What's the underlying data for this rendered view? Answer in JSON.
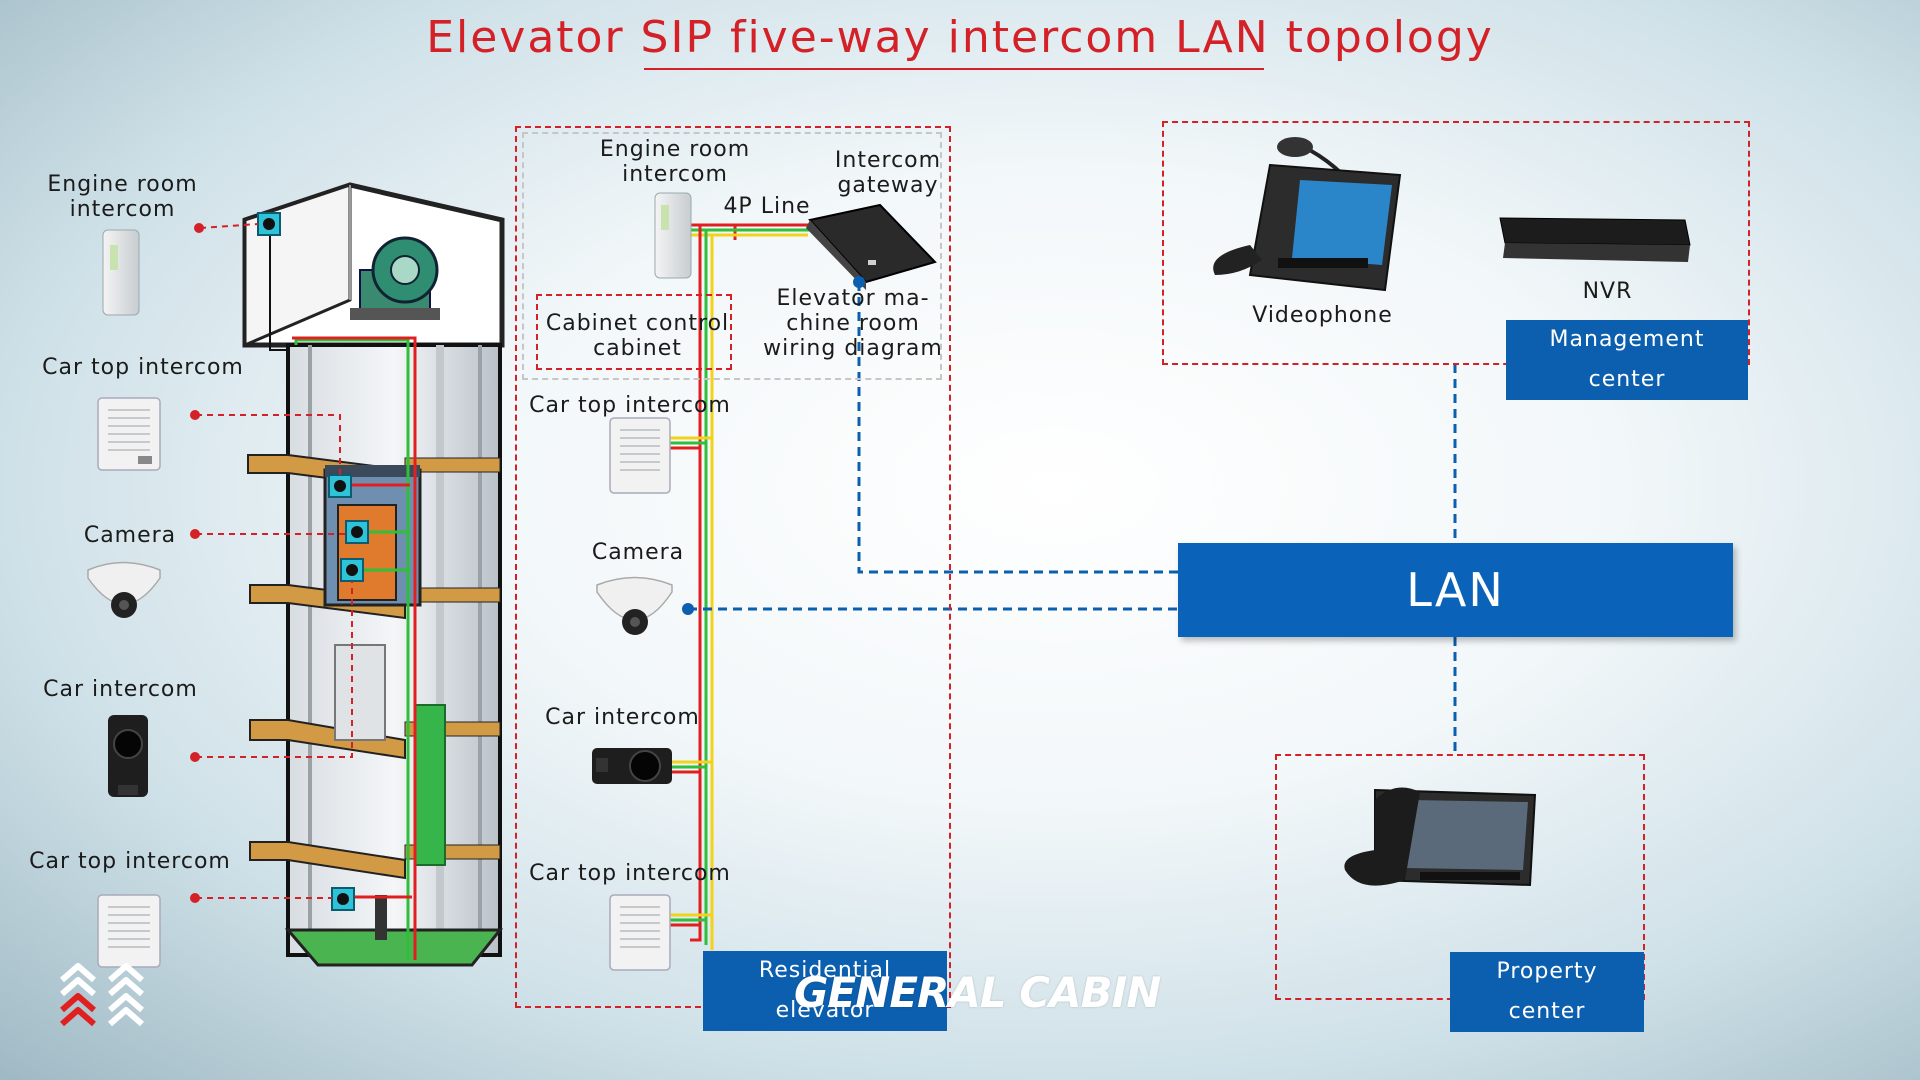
{
  "title": "Elevator SIP five-way intercom LAN topology",
  "left_column": {
    "engine_room_intercom": "Engine room\nintercom",
    "car_top_intercom": "Car top intercom",
    "camera": "Camera",
    "car_intercom": "Car intercom",
    "car_top_intercom_2": "Car top intercom"
  },
  "wiring": {
    "engine_room_intercom": "Engine room\nintercom",
    "four_p_line": "4P Line",
    "intercom_gateway": "Intercom\ngateway",
    "cabinet_control_cabinet": "Cabinet control\ncabinet",
    "machine_room_wiring": "Elevator ma-\nchine room\nwiring diagram",
    "car_top_intercom": "Car top intercom",
    "camera": "Camera",
    "car_intercom": "Car intercom",
    "car_top_intercom_2": "Car top intercom",
    "residential_elevator": "Residential elevator"
  },
  "management": {
    "videophone": "Videophone",
    "nvr": "NVR",
    "tag": "Management center"
  },
  "lan": "LAN",
  "property": {
    "tag": "Property center"
  },
  "brand": "GENERAL CABIN",
  "colors": {
    "title_red": "#d42027",
    "lan_blue": "#0a63b8",
    "dashed_red": "#d42027",
    "link_blue": "#0b5fae",
    "wire_green": "#2fbf3a",
    "wire_yellow": "#f2d21b",
    "wire_red": "#e02020"
  }
}
